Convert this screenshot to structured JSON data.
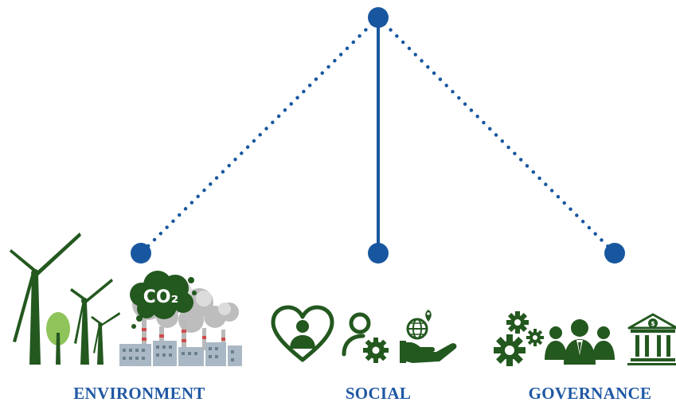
{
  "colors": {
    "connector": "#1857a0",
    "icon_green": "#23581f",
    "light_green": "#8fc45a",
    "smoke": "#b9b9b9",
    "label": "#1f58a4"
  },
  "pillars": [
    {
      "id": "environment",
      "label": "ENVIRONMENT",
      "connector": "dotted",
      "icons": [
        "wind-turbine-icon",
        "tree-icon",
        "factory-co2-icon"
      ],
      "badge": "CO₂"
    },
    {
      "id": "social",
      "label": "SOCIAL",
      "connector": "solid",
      "icons": [
        "heart-person-icon",
        "person-gear-icon",
        "hand-globe-icon"
      ]
    },
    {
      "id": "governance",
      "label": "GOVERNANCE",
      "connector": "dotted",
      "icons": [
        "gears-icon",
        "business-people-icon",
        "bank-icon"
      ]
    }
  ]
}
